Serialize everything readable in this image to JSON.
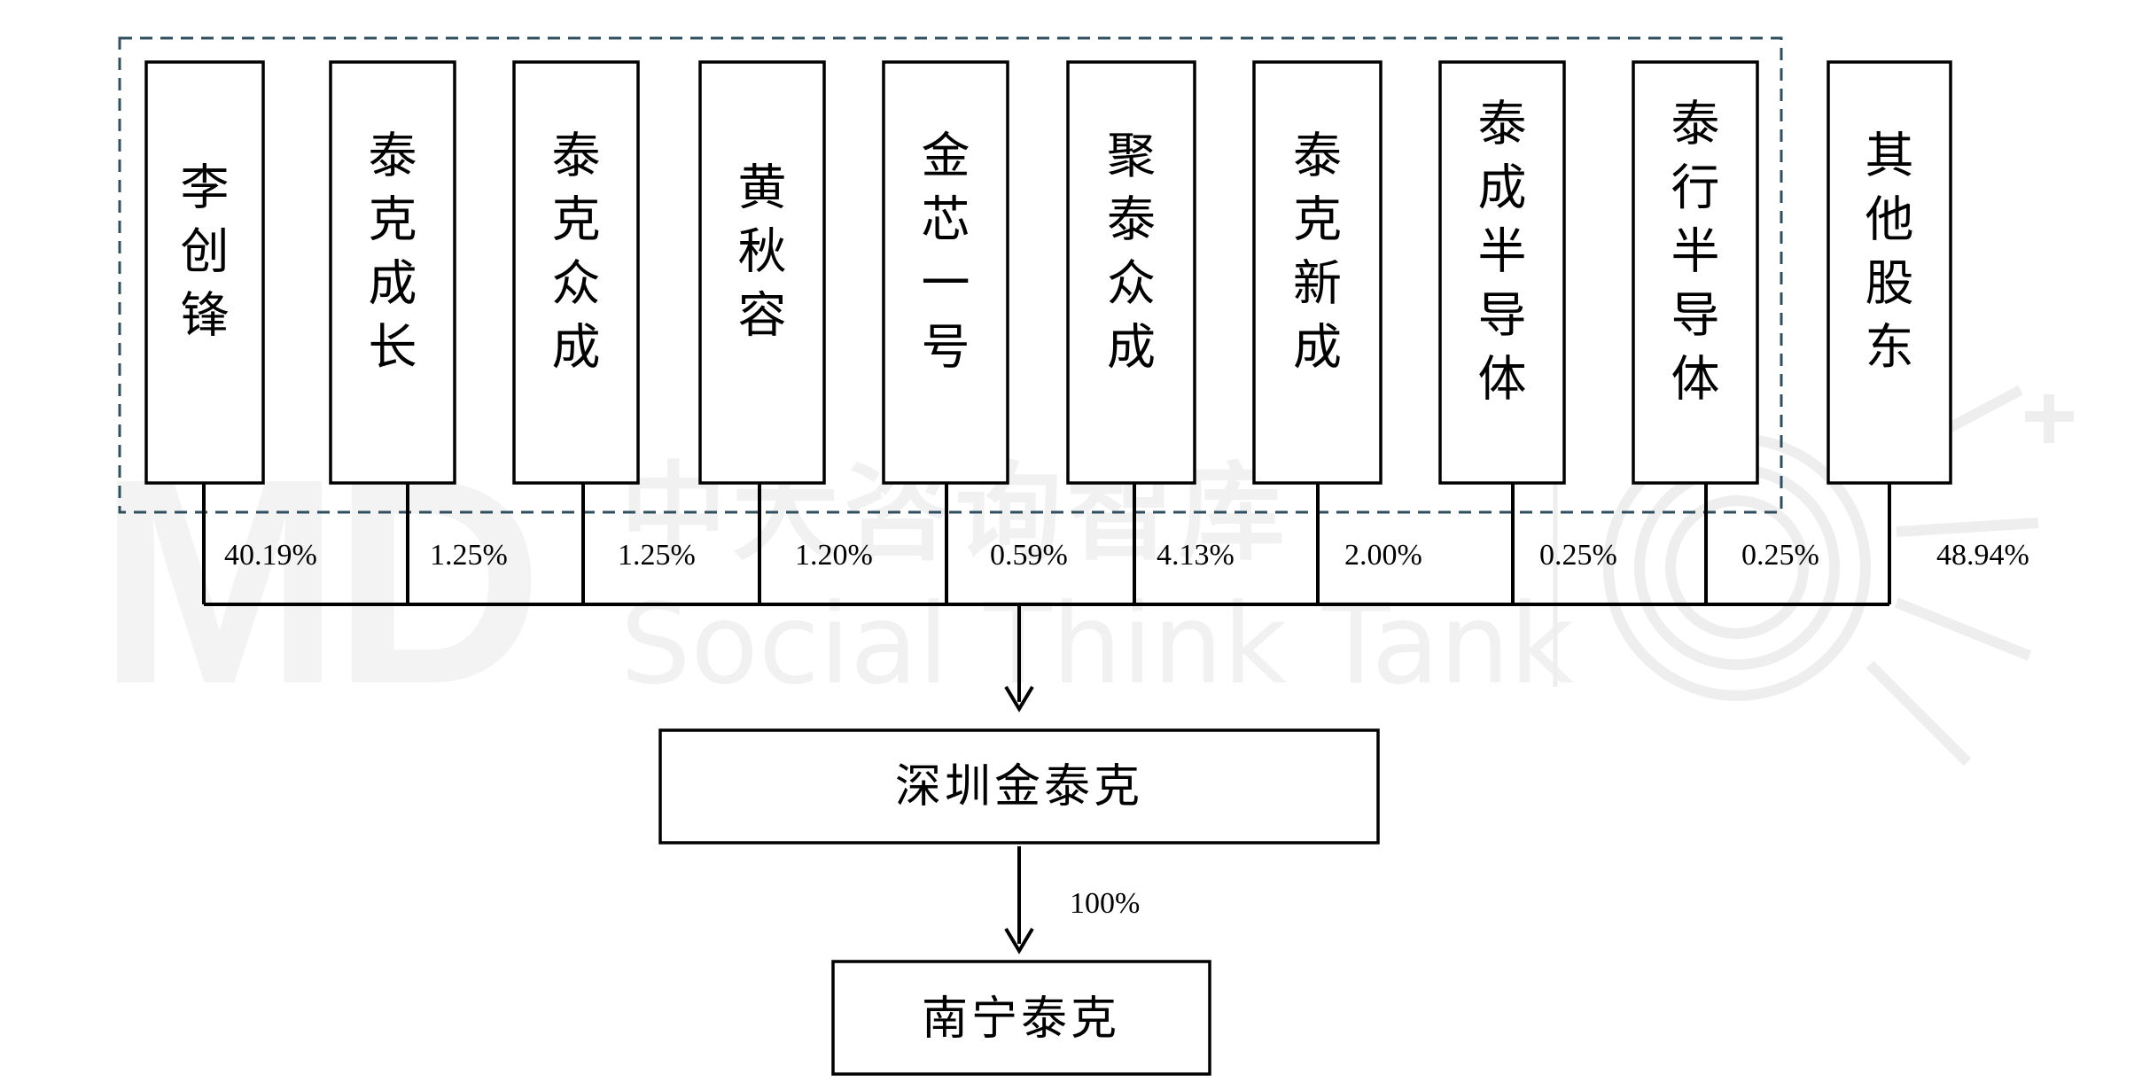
{
  "watermark": {
    "logo": "MD",
    "cn": "中大咨询智库",
    "en": "Social Think Tank"
  },
  "shareholders": [
    {
      "name": "李创锋",
      "pct": "40.19%"
    },
    {
      "name": "泰克成长",
      "pct": "1.25%"
    },
    {
      "name": "泰克众成",
      "pct": "1.25%"
    },
    {
      "name": "黄秋容",
      "pct": "1.20%"
    },
    {
      "name": "金芯一号",
      "pct": "0.59%"
    },
    {
      "name": "聚泰众成",
      "pct": "4.13%"
    },
    {
      "name": "泰克新成",
      "pct": "2.00%"
    },
    {
      "name": "泰成半导体",
      "pct": "0.25%"
    },
    {
      "name": "泰行半导体",
      "pct": "0.25%"
    },
    {
      "name": "其他股东",
      "pct": "48.94%"
    }
  ],
  "parent": {
    "name": "深圳金泰克"
  },
  "subsidiary_link": {
    "pct": "100%"
  },
  "subsidiary": {
    "name": "南宁泰克"
  },
  "colors": {
    "dashed_group": "#2f4f5f",
    "line": "#000000",
    "watermark": "#f2f2f2"
  }
}
